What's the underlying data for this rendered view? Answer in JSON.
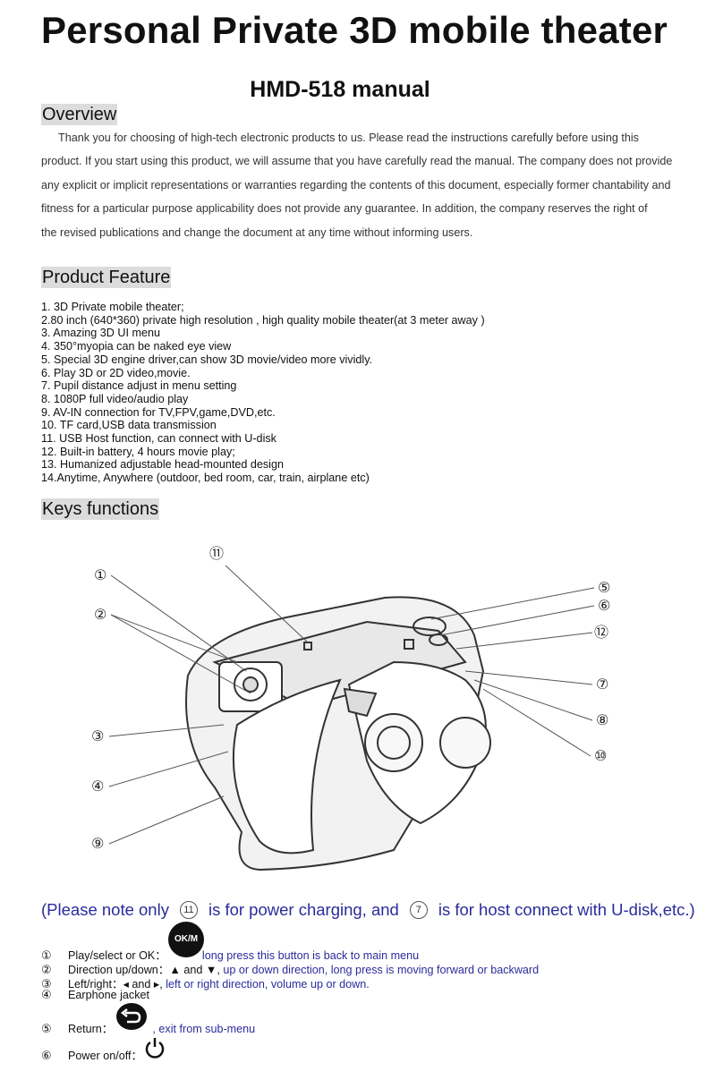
{
  "doc": {
    "title": "Personal Private 3D mobile theater",
    "subtitle": "HMD-518 manual"
  },
  "overview": {
    "heading": "Overview",
    "lines": [
      "Thank you for choosing of high-tech electronic products to us. Please read the instructions carefully before using this",
      "product. If you start using this product, we will assume that you have carefully read the manual. The company does not provide",
      "any explicit or implicit representations or warranties regarding the contents of this document, especially former chantability and",
      "fitness for a particular purpose applicability does not provide any guarantee. In addition, the company reserves the right of",
      "the revised publications and change the document at any time without informing users."
    ]
  },
  "features": {
    "heading": "Product Feature",
    "items": [
      "1. 3D Private mobile theater;",
      "2.80 inch (640*360) private high resolution , high quality mobile theater(at 3 meter away )",
      "3. Amazing 3D UI menu",
      "4. 350°myopia can be naked eye view",
      "5. Special 3D engine driver,can show 3D movie/video more vividly.",
      "6. Play 3D or 2D video,movie.",
      "7. Pupil distance adjust in menu setting",
      "8. 1080P full video/audio play",
      "9. AV-IN connection for TV,FPV,game,DVD,etc.",
      "10. TF card,USB data transmission",
      "11. USB Host function, can connect with U-disk",
      "12. Built-in battery, 4 hours movie play;",
      "13. Humanized adjustable head-mounted design",
      "14.Anytime, Anywhere (outdoor, bed room, car, train, airplane etc)"
    ]
  },
  "keys": {
    "heading": "Keys functions",
    "callouts": [
      "①",
      "②",
      "③",
      "④",
      "⑤",
      "⑥",
      "⑦",
      "⑧",
      "⑨",
      "⑩",
      "⑪",
      "⑫"
    ],
    "note_part1": "(Please note only",
    "note_circle1": "11",
    "note_part2": "is for power charging, and",
    "note_circle2": "7",
    "note_part3": "is for host connect with U-disk,etc.)",
    "ok_button_label": "OK/M",
    "rows": [
      {
        "num": "①",
        "label": "Play/select or OK：",
        "desc": "long press this button is back to main menu"
      },
      {
        "num": "②",
        "label": "Direction up/down：▲ and ▼,",
        "desc": " up or down direction, long press is moving forward or backward"
      },
      {
        "num": "③",
        "label": "Left/right：◂ and ▸,",
        "desc": " left or right direction, volume up or down."
      },
      {
        "num": "④",
        "label": "Earphone jacket",
        "desc": ""
      },
      {
        "num": "⑤",
        "label": "Return：",
        "desc": ", exit from sub-menu"
      },
      {
        "num": "⑥",
        "label": "Power on/off：",
        "desc": ""
      }
    ]
  }
}
